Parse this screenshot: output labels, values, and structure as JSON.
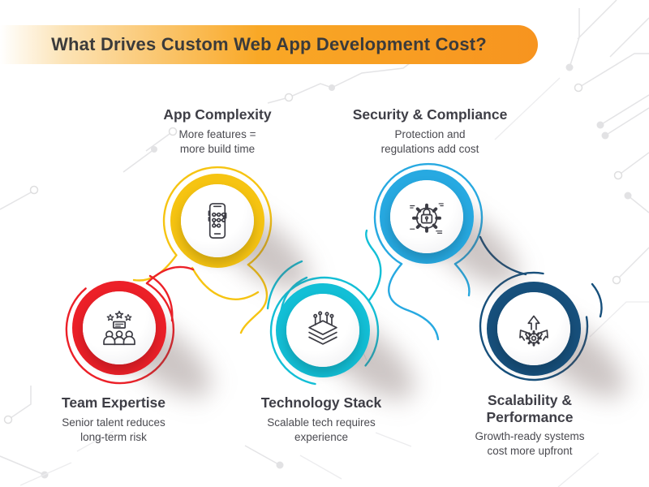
{
  "banner": {
    "title": "What Drives Custom Web App Development Cost?",
    "gradient_start": "#FFFFFF",
    "gradient_mid": "#F9A826",
    "gradient_end": "#F7941F",
    "text_color": "#3B3B3B"
  },
  "nodes": [
    {
      "id": "app-complexity",
      "title": "App Complexity",
      "desc_lines": [
        "More features =",
        "more build time"
      ],
      "color": "#F6C412",
      "icon": "phone-pattern-icon"
    },
    {
      "id": "security-compliance",
      "title": "Security & Compliance",
      "desc_lines": [
        "Protection and",
        "regulations add cost"
      ],
      "color": "#27A9E1",
      "icon": "gear-lock-icon"
    },
    {
      "id": "team-expertise",
      "title": "Team Expertise",
      "desc_lines": [
        "Senior talent reduces",
        "long-term risk"
      ],
      "color": "#EC2028",
      "icon": "team-stars-icon"
    },
    {
      "id": "technology-stack",
      "title": "Technology Stack",
      "desc_lines": [
        "Scalable tech requires",
        "experience"
      ],
      "color": "#13BFD6",
      "icon": "layers-pins-icon"
    },
    {
      "id": "scalability-performance",
      "title": "Scalability & Performance",
      "desc_lines": [
        "Growth-ready systems",
        "cost more upfront"
      ],
      "color": "#17507C",
      "icon": "growth-gear-icon"
    }
  ]
}
